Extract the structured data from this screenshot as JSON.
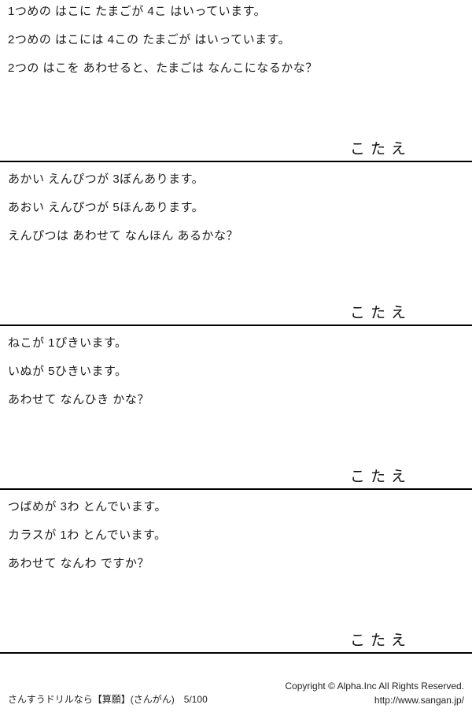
{
  "problems": [
    {
      "lines": [
        "1つめの はこに たまごが 4こ はいっています。",
        "2つめの はこには 4この たまごが はいっています。",
        "2つの はこを あわせると、たまごは なんこになるかな？"
      ],
      "answer_label": "こたえ"
    },
    {
      "lines": [
        "あかい えんぴつが 3ぼんあります。",
        "あおい えんぴつが 5ほんあります。",
        "えんぴつは あわせて なんほん あるかな？"
      ],
      "answer_label": "こたえ"
    },
    {
      "lines": [
        "ねこが 1ぴきいます。",
        "いぬが 5ひきいます。",
        "あわせて なんひき かな？"
      ],
      "answer_label": "こたえ"
    },
    {
      "lines": [
        "つばめが 3わ とんでいます。",
        "カラスが 1わ とんでいます。",
        "あわせて なんわ ですか？"
      ],
      "answer_label": "こたえ"
    }
  ],
  "footer": {
    "left": "さんすうドリルなら【算願】(さんがん)　5/100",
    "copyright": "Copyright ©  Alpha.Inc All Rights Reserved.",
    "url": "http://www.sangan.jp/"
  }
}
